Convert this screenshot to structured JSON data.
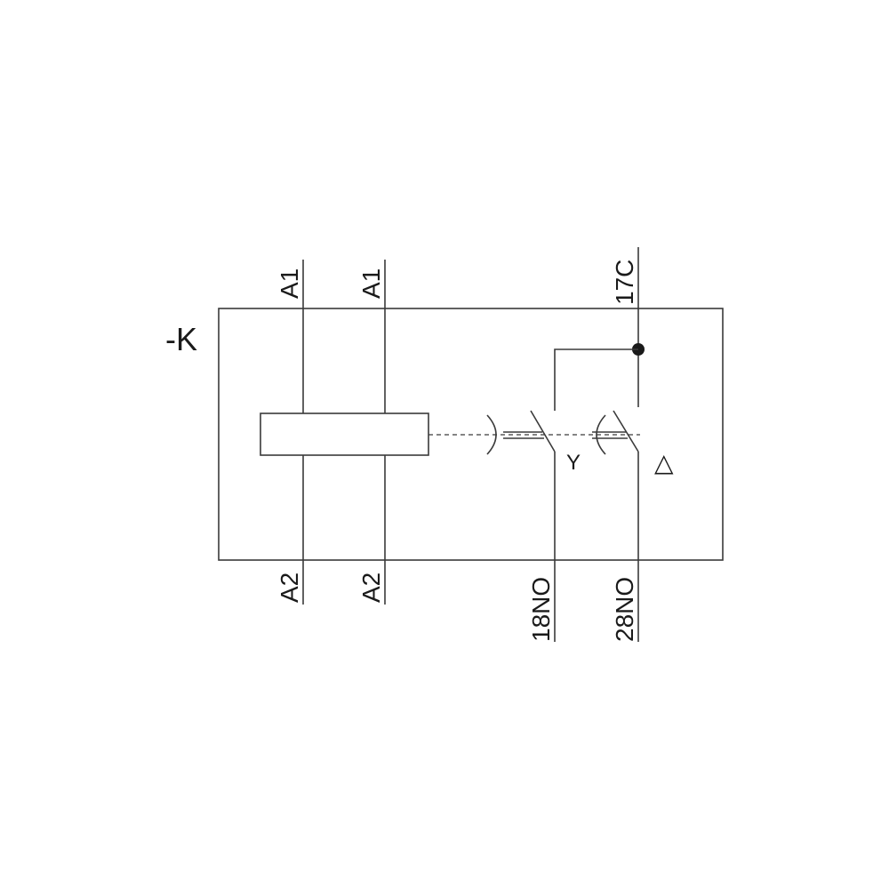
{
  "diagram": {
    "device_tag": "-K",
    "coil_terminals": {
      "top_1": "A1",
      "top_2": "A1",
      "bottom_1": "A2",
      "bottom_2": "A2"
    },
    "contact_terminals": {
      "common": "17C",
      "no_1": "18NO",
      "no_2": "28NO"
    },
    "connection_symbols": {
      "star": "Y",
      "delta": "△"
    },
    "colors": {
      "line": "#3a3a3a",
      "text": "#1a1a1a",
      "background": "#ffffff"
    }
  }
}
